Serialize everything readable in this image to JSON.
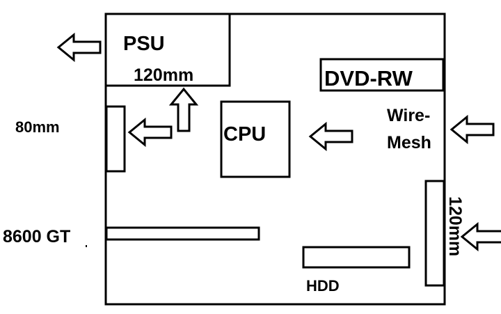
{
  "labels": {
    "psu": "PSU",
    "psu_fan": "120mm",
    "dvd": "DVD-RW",
    "cpu": "CPU",
    "wire": "Wire-",
    "mesh": "Mesh",
    "rear_fan": "80mm",
    "gpu": "8600 GT",
    "front_fan": "120mm",
    "hdd": "HDD"
  },
  "colors": {
    "line": "#000000",
    "background": "#ffffff"
  }
}
